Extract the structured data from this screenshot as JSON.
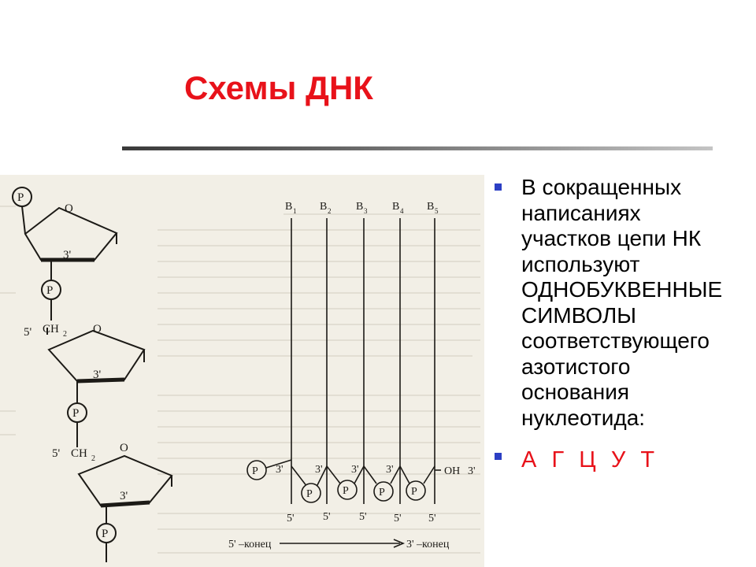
{
  "title": "Схемы ДНК",
  "bullets": [
    {
      "lines": [
        "В сокращенных",
        "написаниях",
        "участков цепи НК",
        "используют",
        "ОДНОБУКВЕННЫЕ",
        "СИМВОЛЫ",
        "соответствующего",
        "азотистого",
        "основания",
        "нуклеотида:"
      ]
    },
    {
      "text": "А  Г  Ц  У  Т"
    }
  ],
  "figure": {
    "left_chain": {
      "phosphate_label": "P",
      "ring_oxygen": "O",
      "c3_label": "3'",
      "c5_label": "5'",
      "ch2_label": "CH",
      "ch2_subscript": "2"
    },
    "right_chain": {
      "bases": [
        {
          "letter": "B",
          "index": "1"
        },
        {
          "letter": "B",
          "index": "2"
        },
        {
          "letter": "B",
          "index": "3"
        },
        {
          "letter": "B",
          "index": "4"
        },
        {
          "letter": "B",
          "index": "5"
        }
      ],
      "phosphate_label": "P",
      "prime3": "3'",
      "prime5": "5'",
      "oh_label": "OH",
      "end5": "5' –конец",
      "end3": "3' –конец"
    }
  },
  "colors": {
    "title": "#e8121a",
    "accent_text": "#e8121a",
    "bullet_square": "#2c3fc4",
    "paper": "#f2efe6"
  }
}
